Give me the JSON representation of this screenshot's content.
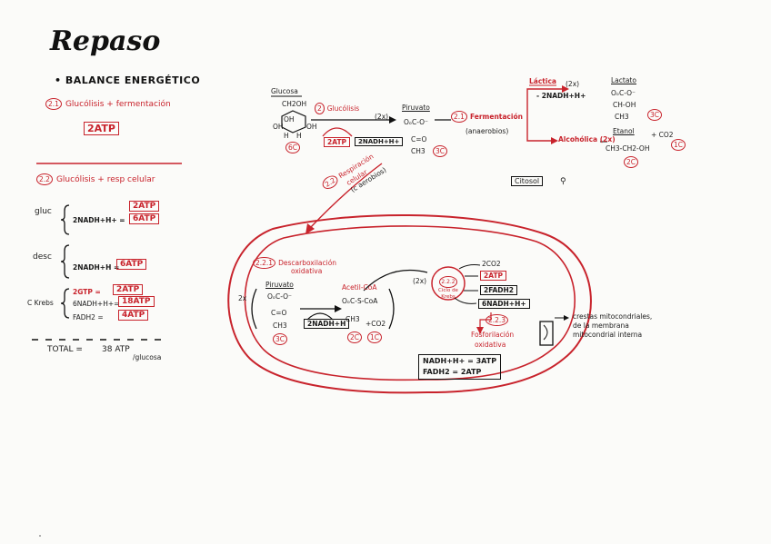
{
  "page": {
    "title": "Repaso",
    "balance": "• BALANCE ENERGÉTICO",
    "s21_num": "2.1",
    "s21_title": "Glucólisis + fermentación",
    "s21_atp": "2ATP",
    "s22_num": "2.2",
    "s22_title": "Glucólisis + resp celular",
    "gluc_label": "gluc",
    "gluc_atp": "2ATP",
    "gluc_nadh": "2NADH+H+ =",
    "gluc_nadh_atp": "6ATP",
    "desc_label": "desc",
    "desc_nadh": "2NADH+H =",
    "desc_atp": "6ATP",
    "krebs_label": "C Krebs",
    "krebs_gtp": "2GTP =",
    "krebs_gtp_atp": "2ATP",
    "krebs_nadh": "6NADH+H+=",
    "krebs_nadh_atp": "18ATP",
    "krebs_fadh": "FADH2 =",
    "krebs_fadh_atp": "4ATP",
    "total": "TOTAL =",
    "total_val": "38 ATP",
    "total_per": "/glucosa"
  },
  "diagram": {
    "glucosa": "Glucosa",
    "ch2oh": "CH2OH",
    "oh1": "OH",
    "oh2": "OH",
    "oh3": "OH",
    "h1": "H",
    "h2": "H",
    "glu_6c": "6C",
    "glucolisis_num": "2",
    "glucolisis": "Glucólisis",
    "glu_2x": "(2x)",
    "glu_atp": "2ATP",
    "glu_nadh": "2NADH+H+",
    "piruvato": "Piruvato",
    "pir_1": "OₒC-O⁻",
    "pir_2": "C=O",
    "pir_3": "CH3",
    "pir_3c": "3C",
    "ferm_num": "2.1",
    "fermentacion": "Fermentación",
    "anaerobios": "(anaerobios)",
    "lactica": "Láctica",
    "lact_2x": "(2x)",
    "lact_nadh": "- 2NADH+H+",
    "lactato": "Lactato",
    "lac_1": "OₒC-O⁻",
    "lac_2": "CH-OH",
    "lac_3": "CH3",
    "lac_3c": "3C",
    "alcoholica": "Alcohólica (2x)",
    "etanol": "Etanol",
    "plus_co2": "+ CO2",
    "etanol_formula": "CH3-CH2-OH",
    "eta_2c": "2C",
    "co2_1c": "1C",
    "citosol": "Citosol",
    "resp_num": "2.2",
    "resp_1": "Respiración",
    "resp_2": "celular",
    "resp_3": "(c aerobios)",
    "desc_num": "2.2.1",
    "desc_1": "Descarboxilación",
    "desc_2": "oxidativa",
    "d_2x": "2x",
    "d_pir": "Piruvato",
    "d_pir1": "OₒC-O⁻",
    "d_pir2": "C=O",
    "d_pir3": "CH3",
    "d_3c": "3C",
    "acetil": "Acetil-CoA",
    "acetil_1": "OₒC-S-CoA",
    "acetil_2": "CH3",
    "acetil_2c": "2C",
    "d_nadh": "2NADH+H",
    "d_co2": "+CO2",
    "d_1c": "1C",
    "krebs_num": "2.2.2",
    "krebs_1": "Ciclo de",
    "krebs_2": "Krebs",
    "k_2x": "(2x)",
    "k_co2": "2CO2",
    "k_atp": "2ATP",
    "k_fadh": "2FADH2",
    "k_nadh": "6NADH+H+",
    "fosf_num": "2.2.3",
    "fosf_1": "Fosforilación",
    "fosf_2": "oxidativa",
    "eq_1": "NADH+H+ = 3ATP",
    "eq_2": "FADH2 = 2ATP",
    "crest_1": "crestas mitocondriales,",
    "crest_2": "de la membrana",
    "crest_3": "mitocondrial interna"
  },
  "colors": {
    "ink": "#111111",
    "red": "#c8232c",
    "paper": "#fbfbf9"
  }
}
